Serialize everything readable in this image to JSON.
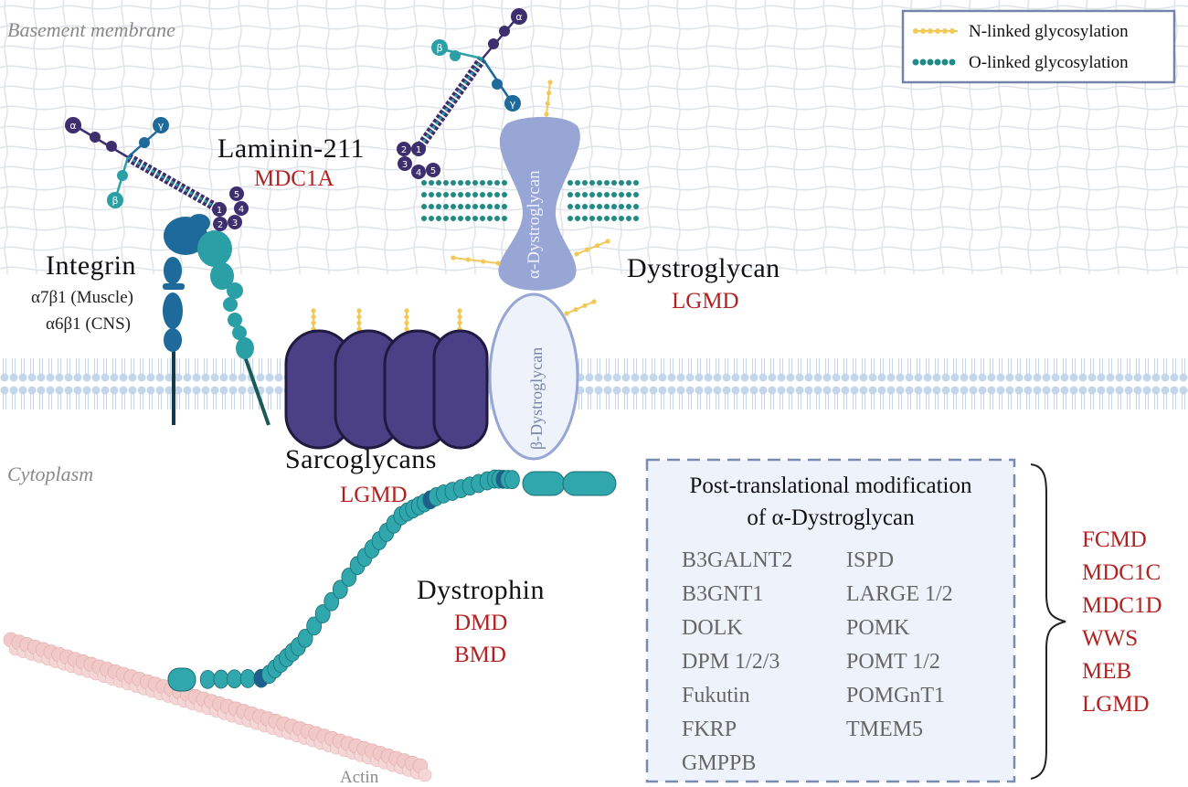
{
  "regions": {
    "basement_membrane": "Basement membrane",
    "cytoplasm": "Cytoplasm"
  },
  "legend": {
    "n_linked": "N-linked glycosylation",
    "o_linked": "O-linked glycosylation"
  },
  "laminin": {
    "name": "Laminin-211",
    "disease": "MDC1A",
    "subunits": [
      "α",
      "β",
      "γ"
    ],
    "domains": [
      "1",
      "2",
      "3",
      "4",
      "5"
    ]
  },
  "integrin": {
    "name": "Integrin",
    "variants": [
      "α7β1  (Muscle)",
      "α6β1 (CNS)"
    ]
  },
  "dystroglycan": {
    "name": "Dystroglycan",
    "disease": "LGMD",
    "alpha_label": "α-Dystroglycan",
    "beta_label": "β-Dystroglycan"
  },
  "sarcoglycans": {
    "name": "Sarcoglycans",
    "disease": "LGMD"
  },
  "dystrophin": {
    "name": "Dystrophin",
    "diseases": [
      "DMD",
      "BMD"
    ]
  },
  "actin": {
    "label": "Actin"
  },
  "ptm_box": {
    "title_line1": "Post-translational modification",
    "title_line2": "of α-Dystroglycan",
    "genes_left": [
      "B3GALNT2",
      "B3GNT1",
      "DOLK",
      "DPM 1/2/3",
      "Fukutin",
      "FKRP",
      "GMPPB"
    ],
    "genes_right": [
      "ISPD",
      "LARGE 1/2",
      "POMK",
      "POMT 1/2",
      "POMGnT1",
      "TMEM5"
    ]
  },
  "ptm_diseases": [
    "FCMD",
    "MDC1C",
    "MDC1D",
    "WWS",
    "MEB",
    "LGMD"
  ],
  "colors": {
    "dark_purple": "#3d2f6e",
    "teal": "#2a9fa6",
    "blue": "#1e6a9a",
    "dystroglycan": "#97a6d4",
    "sarcoglycan": "#4b3f86",
    "n_glyc": "#f2c857",
    "o_glyc": "#1f8a86",
    "disease_red": "#b22222"
  }
}
